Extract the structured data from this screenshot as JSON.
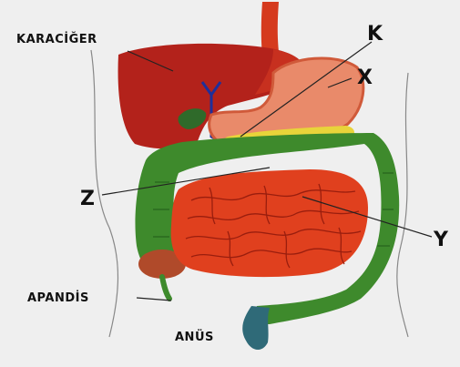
{
  "labels": {
    "liver": "KARACİĞER",
    "k": "K",
    "x": "X",
    "z": "Z",
    "y": "Y",
    "appendix": "APANDİS",
    "anus": "ANÜS"
  },
  "colors": {
    "background": "#efefef",
    "liver": "#b3221b",
    "esophagus": "#d53a1e",
    "stomach": "#e98a6a",
    "small_intestine": "#e0401e",
    "large_intestine": "#3e8a2c",
    "pancreas": "#e8d43a",
    "gallbladder": "#2f6a2a",
    "bile_duct": "#1f2f9a"
  }
}
